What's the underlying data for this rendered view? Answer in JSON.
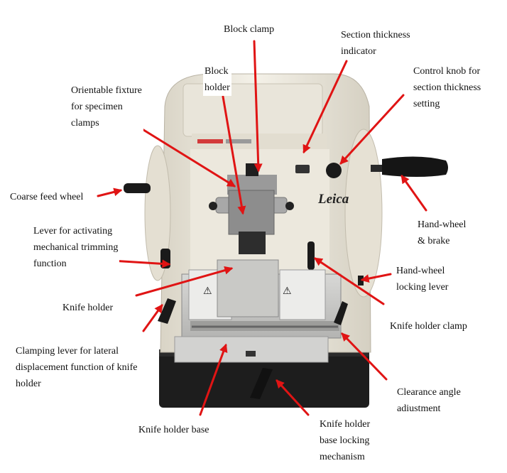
{
  "diagram": {
    "brand_logo": "Leica",
    "warning_symbol": "⚠",
    "labels": {
      "block_clamp": "Block clamp",
      "section_thickness_indicator": "Section thickness\nindicator",
      "block_holder": "Block\nholder",
      "control_knob": "Control knob for\nsection thickness\nsetting",
      "orientable_fixture": "Orientable fixture\nfor specimen\nclamps",
      "coarse_feed_wheel": "Coarse feed wheel",
      "hand_wheel_brake": "Hand-wheel\n& brake",
      "lever_trimming": "Lever for activating\nmechanical trimming\nfunction",
      "hand_wheel_locking_lever": "Hand-wheel\nlocking lever",
      "knife_holder": "Knife holder",
      "knife_holder_clamp": "Knife holder clamp",
      "clamping_lever": "Clamping lever for lateral\ndisplacement function of knife\nholder",
      "clearance_angle": "Clearance angle\nadiustment",
      "knife_holder_base": "Knife holder base",
      "base_locking": "Knife holder\nbase locking\nmechanism"
    },
    "colors": {
      "arrow": "#e01414",
      "body": "#efebe0",
      "base": "#1c1c1c",
      "metal": "#c8c8c8"
    }
  }
}
